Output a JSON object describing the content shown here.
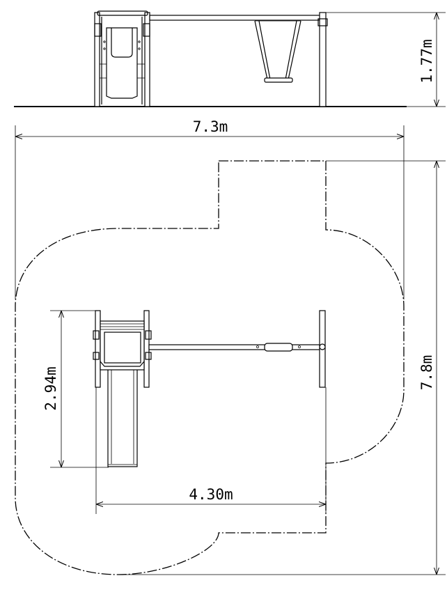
{
  "dimensions": {
    "height": "1.77m",
    "width_overall": "7.3m",
    "length_overall": "7.8m",
    "equipment_depth": "2.94m",
    "equipment_length": "4.30m"
  }
}
